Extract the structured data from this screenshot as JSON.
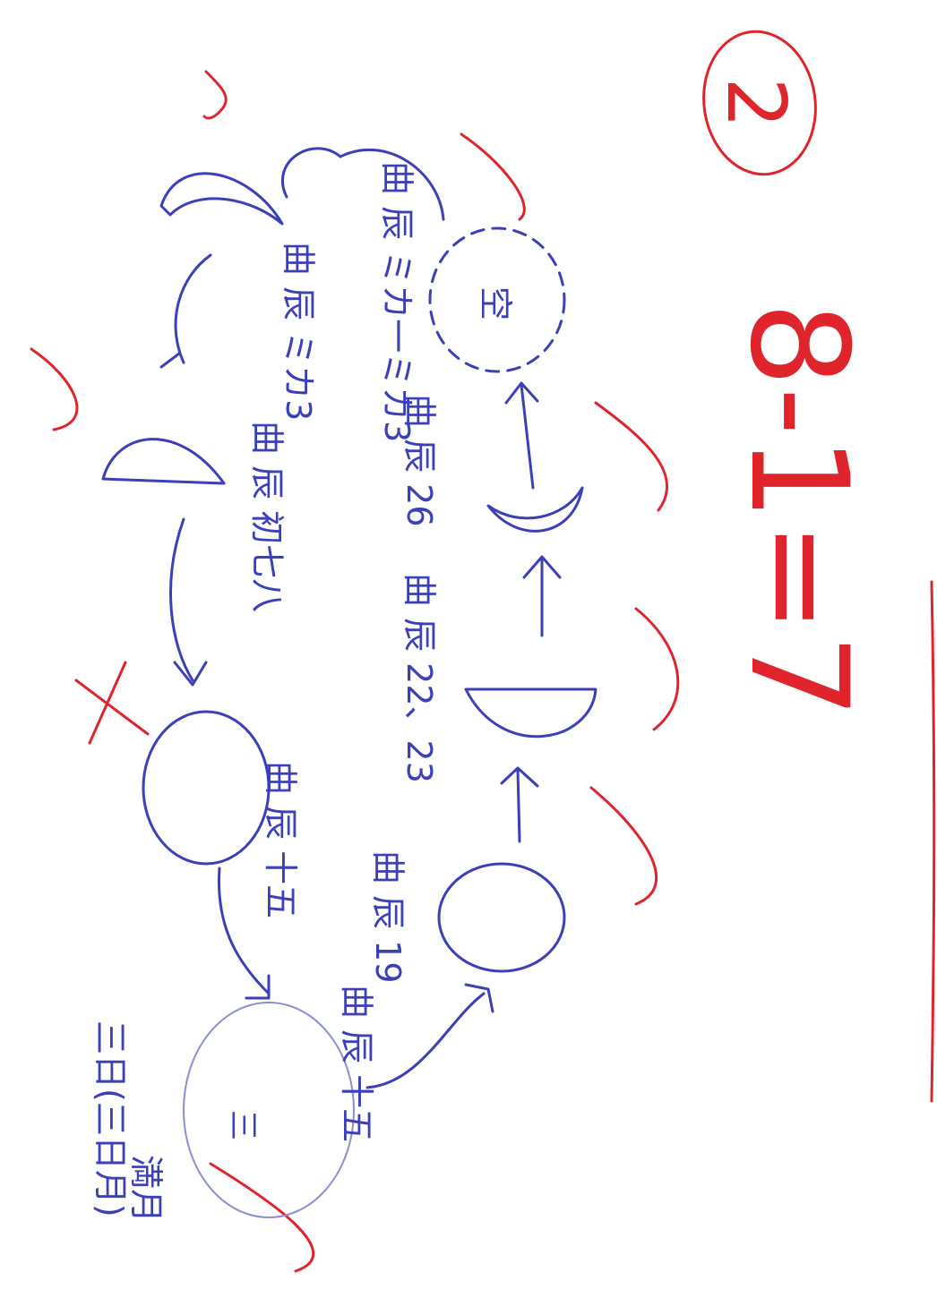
{
  "question_number": "2",
  "score": "8-1=7",
  "phases": {
    "full_moon_center": "三",
    "full_moon_side": "三日(三日月)",
    "full_moon_side2": "満月",
    "day15": "曲 辰 十五",
    "day19": "曲 辰 19",
    "day22_23": "曲 辰 22、23",
    "day26": "曲 辰 26",
    "new_moon_center": "空",
    "new_moon_label": "曲 辰 ミカ一ミカ3",
    "crescent_top": "曲 辰 ミカ3",
    "first_quarter": "曲 辰 初七八",
    "waxing_gibbous": "曲 辰 十五"
  }
}
